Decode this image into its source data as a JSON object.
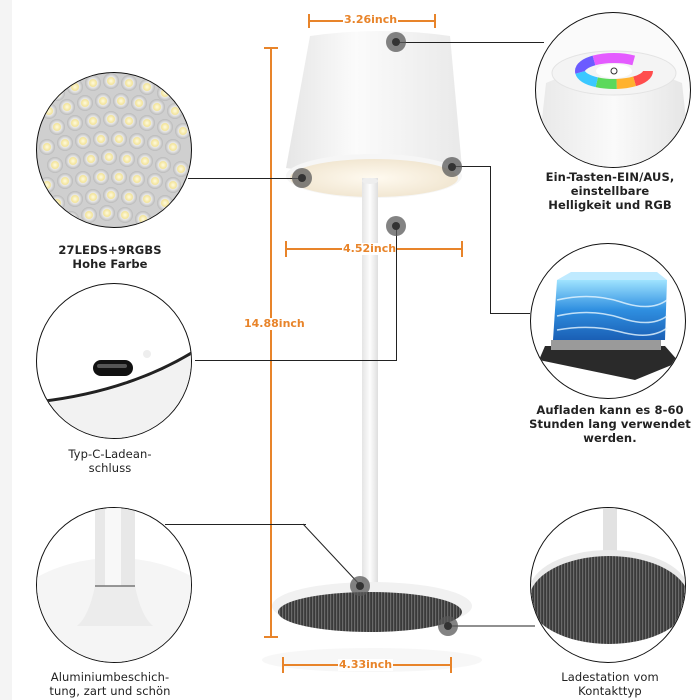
{
  "dimensions": {
    "shade_top_width": "3.26inch",
    "shade_bottom_width": "4.52inch",
    "total_height": "14.88inch",
    "base_width": "4.33inch"
  },
  "features": {
    "leds": {
      "caption_line1": "27LEDS+9RGBS",
      "caption_line2": "Hohe Farbe",
      "icon": "led-array-icon"
    },
    "touch": {
      "caption_line1": "Ein-Tasten-EIN/AUS,",
      "caption_line2": "einstellbare",
      "caption_line3": "Helligkeit und RGB",
      "icon": "rgb-touch-button-icon"
    },
    "usb": {
      "caption_line1": "Typ-C-Ladean-",
      "caption_line2": "schluss",
      "icon": "usb-c-port-icon"
    },
    "battery": {
      "caption_line1": "Aufladen kann es 8-60",
      "caption_line2": "Stunden lang verwendet",
      "caption_line3": "werden.",
      "icon": "battery-icon"
    },
    "aluminium": {
      "caption_line1": "Aluminiumbeschich-",
      "caption_line2": "tung, zart und schön",
      "icon": "aluminium-base-icon"
    },
    "charging": {
      "caption_line1": "Ladestation vom",
      "caption_line2": "Kontakttyp",
      "icon": "charging-pad-icon"
    }
  },
  "colors": {
    "dimension_orange": "#e8842a",
    "leader_line": "#222222",
    "lamp_white": "#f2f2f2"
  }
}
